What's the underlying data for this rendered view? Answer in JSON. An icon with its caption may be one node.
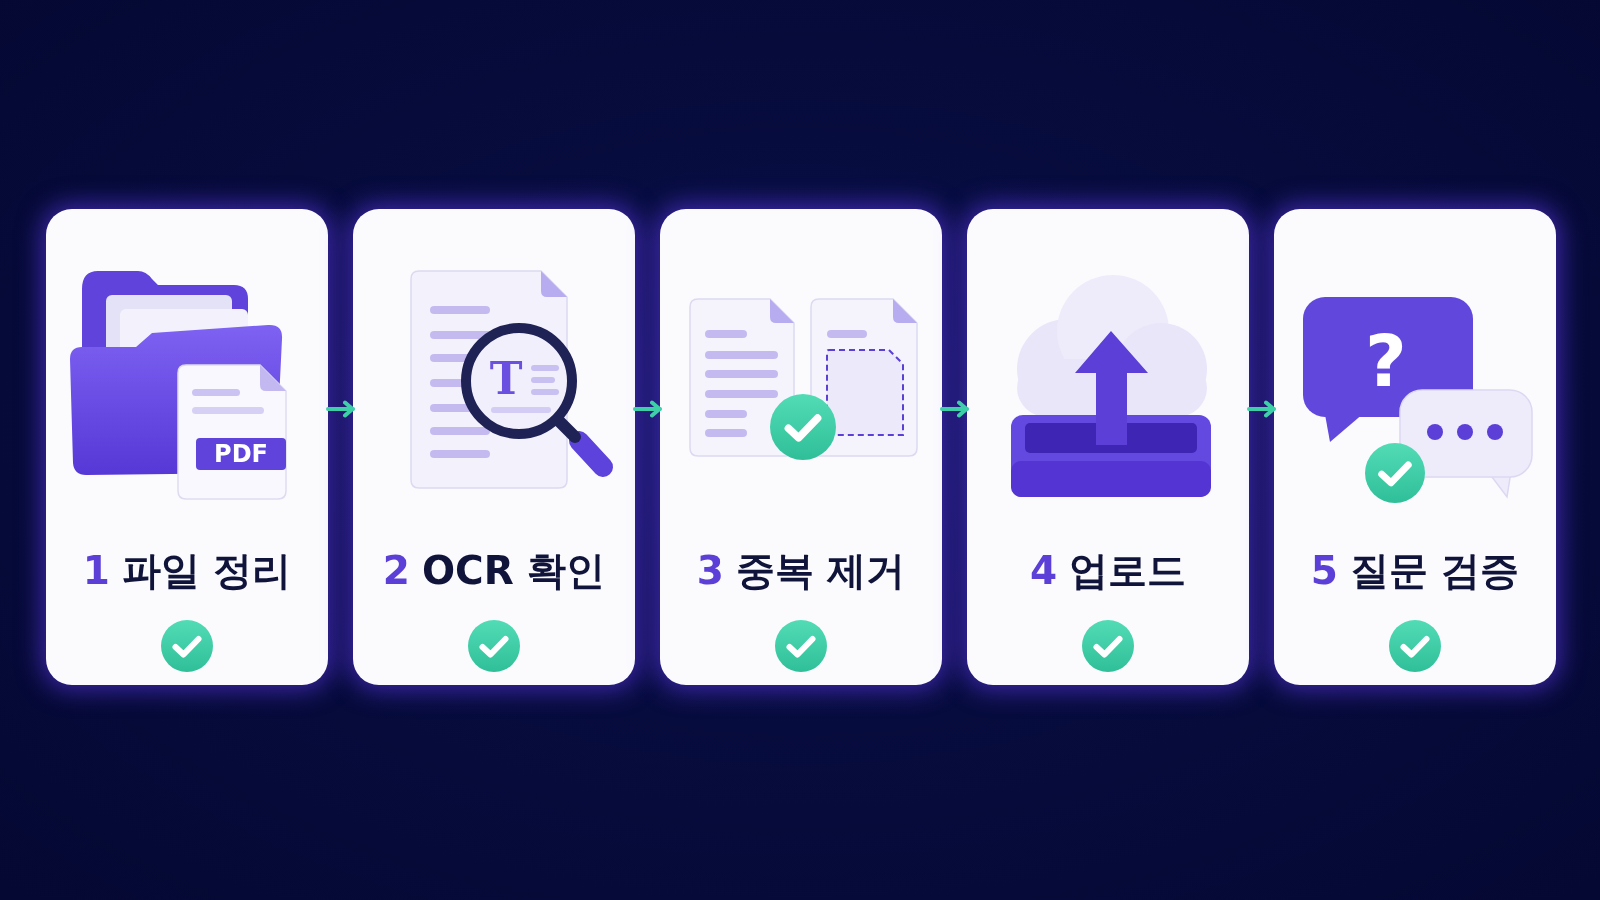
{
  "diagram": {
    "nodes": [
      {
        "text": [
          "1",
          "파일 정리"
        ]
      },
      {
        "text": [
          "2",
          "OCR 확인"
        ]
      },
      {
        "text": [
          "3",
          "중복 제거"
        ]
      },
      {
        "text": [
          "4",
          "업로드"
        ]
      },
      {
        "text": [
          "5",
          "질문 검증"
        ]
      }
    ],
    "edges": [
      {
        "from": 0,
        "to": 1,
        "arrow": "to"
      },
      {
        "from": 1,
        "to": 2,
        "arrow": "to"
      },
      {
        "from": 2,
        "to": 3,
        "arrow": "to"
      },
      {
        "from": 3,
        "to": 4,
        "arrow": "to"
      }
    ],
    "labels": [
      "PDF",
      "T",
      "?"
    ]
  }
}
